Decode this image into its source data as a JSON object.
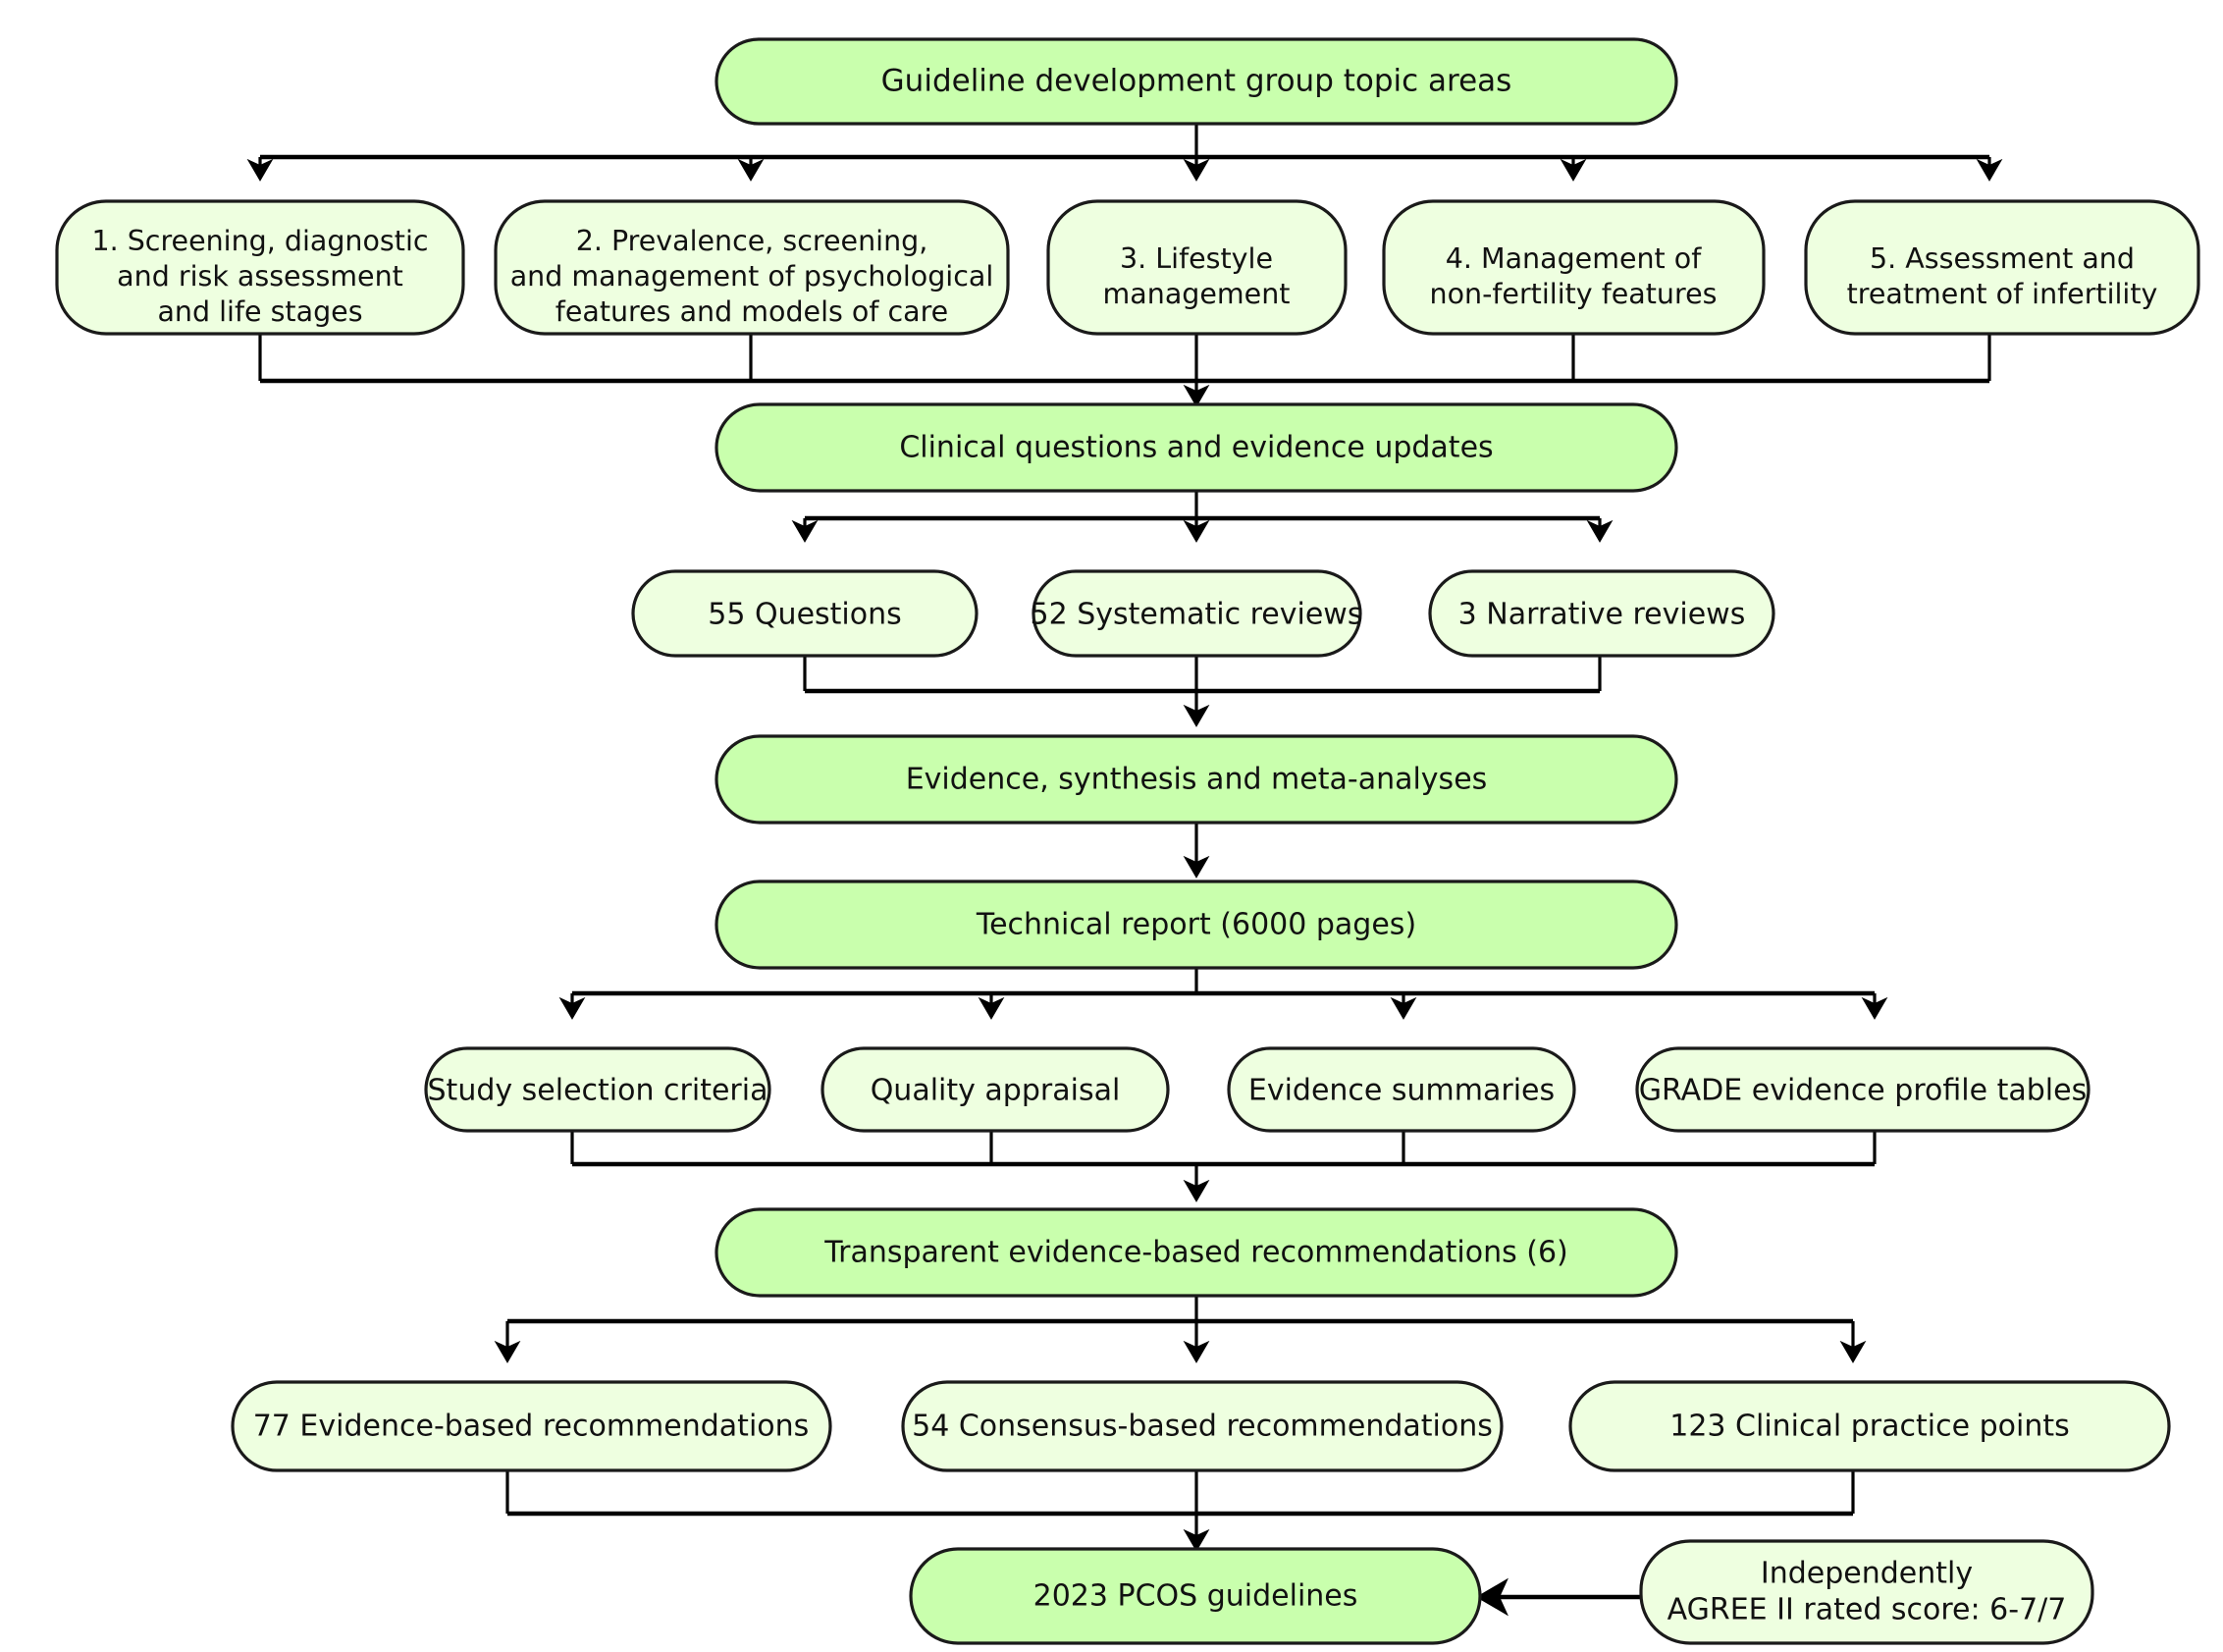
{
  "diagram": {
    "title": "PCOS 2023 guideline development flowchart",
    "colors": {
      "node_primary_fill": "#c9ffad",
      "node_secondary_fill": "#eeffe0",
      "stroke": "#1a1a1a",
      "edge": "#000000",
      "background": "#ffffff"
    },
    "nodes": {
      "topic_areas": "Guideline development group topic areas",
      "topic_1": [
        "1. Screening, diagnostic",
        "and risk assessment",
        "and life stages"
      ],
      "topic_2": [
        "2. Prevalence, screening,",
        "and management of psychological",
        "features and models of care"
      ],
      "topic_3": [
        "3. Lifestyle",
        "management"
      ],
      "topic_4": [
        "4. Management of",
        "non-fertility features"
      ],
      "topic_5": [
        "5. Assessment and",
        "treatment of infertility"
      ],
      "clinical_questions": "Clinical questions and evidence updates",
      "questions": "55 Questions",
      "systematic_reviews": "52 Systematic reviews",
      "narrative_reviews": "3 Narrative reviews",
      "evidence_synthesis": "Evidence, synthesis and  meta-analyses",
      "technical_report": "Technical report (6000 pages)",
      "study_selection": "Study selection criteria",
      "quality_appraisal": "Quality appraisal",
      "evidence_summaries": "Evidence summaries",
      "grade_tables": "GRADE evidence profile tables",
      "transparent_recs": "Transparent evidence-based recommendations (6)",
      "evidence_based_recs": "77 Evidence-based recommendations",
      "consensus_based_recs": "54 Consensus-based recommendations",
      "clinical_practice_points": "123 Clinical practice points",
      "pcos_guidelines": "2023 PCOS guidelines",
      "agree_rating": [
        "Independently",
        "AGREE II rated score: 6-7/7"
      ]
    }
  }
}
